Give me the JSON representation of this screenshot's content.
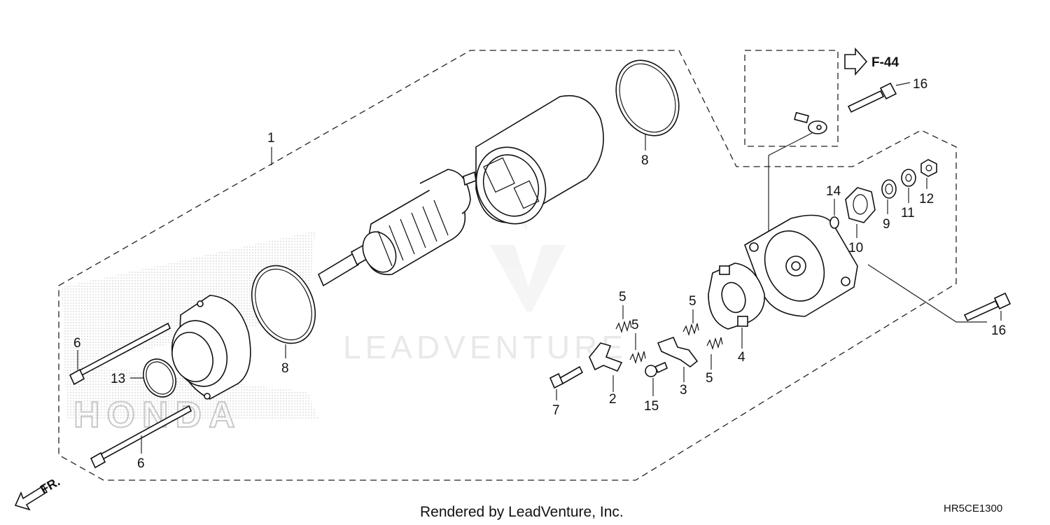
{
  "diagram": {
    "reference_label": "F-44",
    "front_label": "FR.",
    "watermark": "LEADVENTURE",
    "brand_mark": "HONDA",
    "footer_text": "Rendered by LeadVenture, Inc.",
    "diagram_code": "HR5CE1300"
  },
  "callouts": {
    "c1": "1",
    "c2": "2",
    "c3": "3",
    "c4": "4",
    "c5a": "5",
    "c5b": "5",
    "c5c": "5",
    "c5d": "5",
    "c6a": "6",
    "c6b": "6",
    "c7": "7",
    "c8a": "8",
    "c8b": "8",
    "c9": "9",
    "c10": "10",
    "c11": "11",
    "c12": "12",
    "c13": "13",
    "c14": "14",
    "c15": "15",
    "c16a": "16",
    "c16b": "16"
  },
  "colors": {
    "line": "#111111",
    "watermark": "#e9e9e9",
    "background": "#ffffff"
  }
}
